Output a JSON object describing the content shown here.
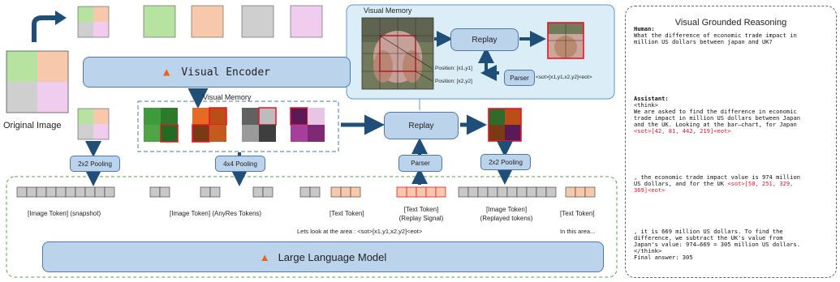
{
  "original_image_label": "Original Image",
  "visual_encoder_label": "Visual Encoder",
  "visual_memory_label": "Visual Memory",
  "visual_memory_box_label": "Visual Memory",
  "replay_label": "Replay",
  "parser_label": "Parser",
  "position_1": "Position: [x1,y1]",
  "position_2": "Position: [x2,y2]",
  "sot_tokens": "<sot>[x1,y1,x2,y2]<eot>",
  "pool_2x2": "2x2 Pooling",
  "pool_4x4": "4x4 Pooling",
  "pool_2x2_right": "2x2 Pooling",
  "llm_label": "Large Language Model",
  "token_labels": {
    "snapshot": "[Image Token] (snapshot)",
    "anyres": "[Image Token] (AnyRes Tokens)",
    "text1": "[Text Token]",
    "replay_signal": [
      "[Text Token]",
      "(Replay Signal)"
    ],
    "replayed": [
      "[Image Token]",
      "(Replayed tokens)"
    ],
    "text2": "[Text Token]"
  },
  "caption_left": "Lets look at the area :  <sot>[x1,y1,x2,y2]<eot>",
  "caption_right": "In this area...",
  "reasoning": {
    "title": "Visual Grounded Reasoning",
    "human_label": "Human:",
    "question": [
      "What the difference of economic trade impact in",
      "million US dollars between japan and UK?"
    ],
    "assistant_label": "Assistant:",
    "think_open": "<think>",
    "p1": [
      "We are asked to find the difference in economic",
      "trade impact in million US dollars between Japan",
      "and the UK. Looking at the bar–chart, for Japan"
    ],
    "p1_red": "<sot>[42, 81, 442, 219]<eot>",
    "p2": [
      ", the economic trade impact value is 974 million",
      "US dollars, and for the UK "
    ],
    "p2_red_a": "<sot>[50, 251, 329,",
    "p2_red_b": "369]<eot>",
    "p3": [
      ", it is 669 million US dollars. To find the",
      "difference, we subtract the UK's value from",
      "Japan's value: 974–669 = 305 million US dollars."
    ],
    "think_close": "</think>",
    "final": "Final answer: 305"
  },
  "colors": {
    "accent_blue": "#bcd3ec",
    "border_blue": "#4e78a6",
    "highlight_red": "#e8142a",
    "token_gray": "#c8c8c8",
    "token_orange": "#f8c8ac"
  }
}
